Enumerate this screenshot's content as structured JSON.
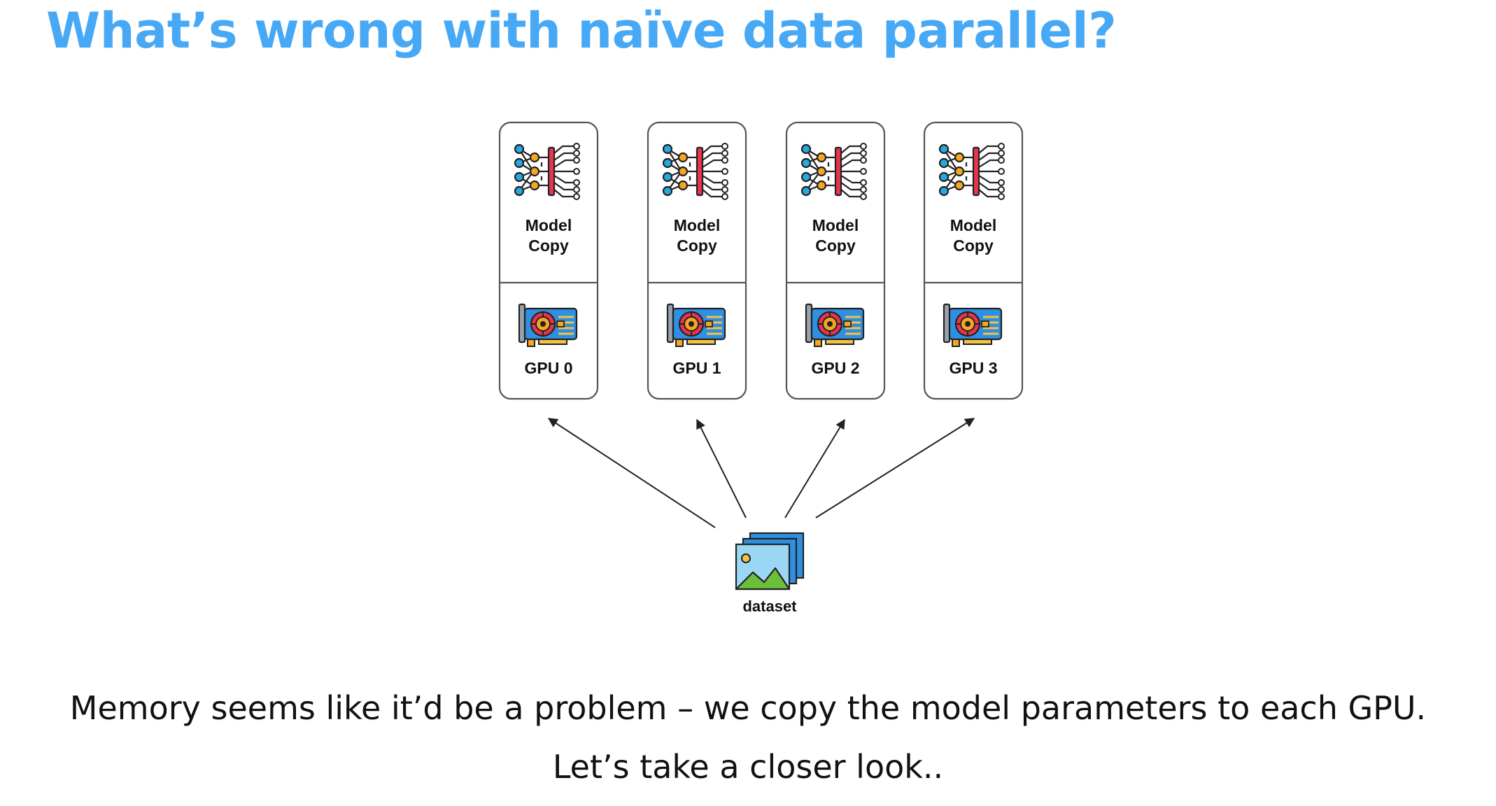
{
  "title": "What’s wrong with naïve data parallel?",
  "diagram": {
    "devices": [
      {
        "model_line1": "Model",
        "model_line2": "Copy",
        "gpu_label": "GPU 0"
      },
      {
        "model_line1": "Model",
        "model_line2": "Copy",
        "gpu_label": "GPU 1"
      },
      {
        "model_line1": "Model",
        "model_line2": "Copy",
        "gpu_label": "GPU 2"
      },
      {
        "model_line1": "Model",
        "model_line2": "Copy",
        "gpu_label": "GPU 3"
      }
    ],
    "dataset_label": "dataset",
    "icons": {
      "model": "neural-network-icon",
      "gpu": "graphics-card-icon",
      "dataset": "image-stack-icon"
    },
    "colors": {
      "title": "#47a9f5",
      "card_border": "#555555",
      "node_blue": "#29a8e0",
      "node_orange": "#f5a623",
      "bar_red": "#e8344e",
      "gpu_blue": "#2f8fe0"
    }
  },
  "caption": {
    "line1": "Memory seems like it’d be a problem – we copy the model parameters to each GPU.",
    "line2": "Let’s take a closer look.."
  }
}
